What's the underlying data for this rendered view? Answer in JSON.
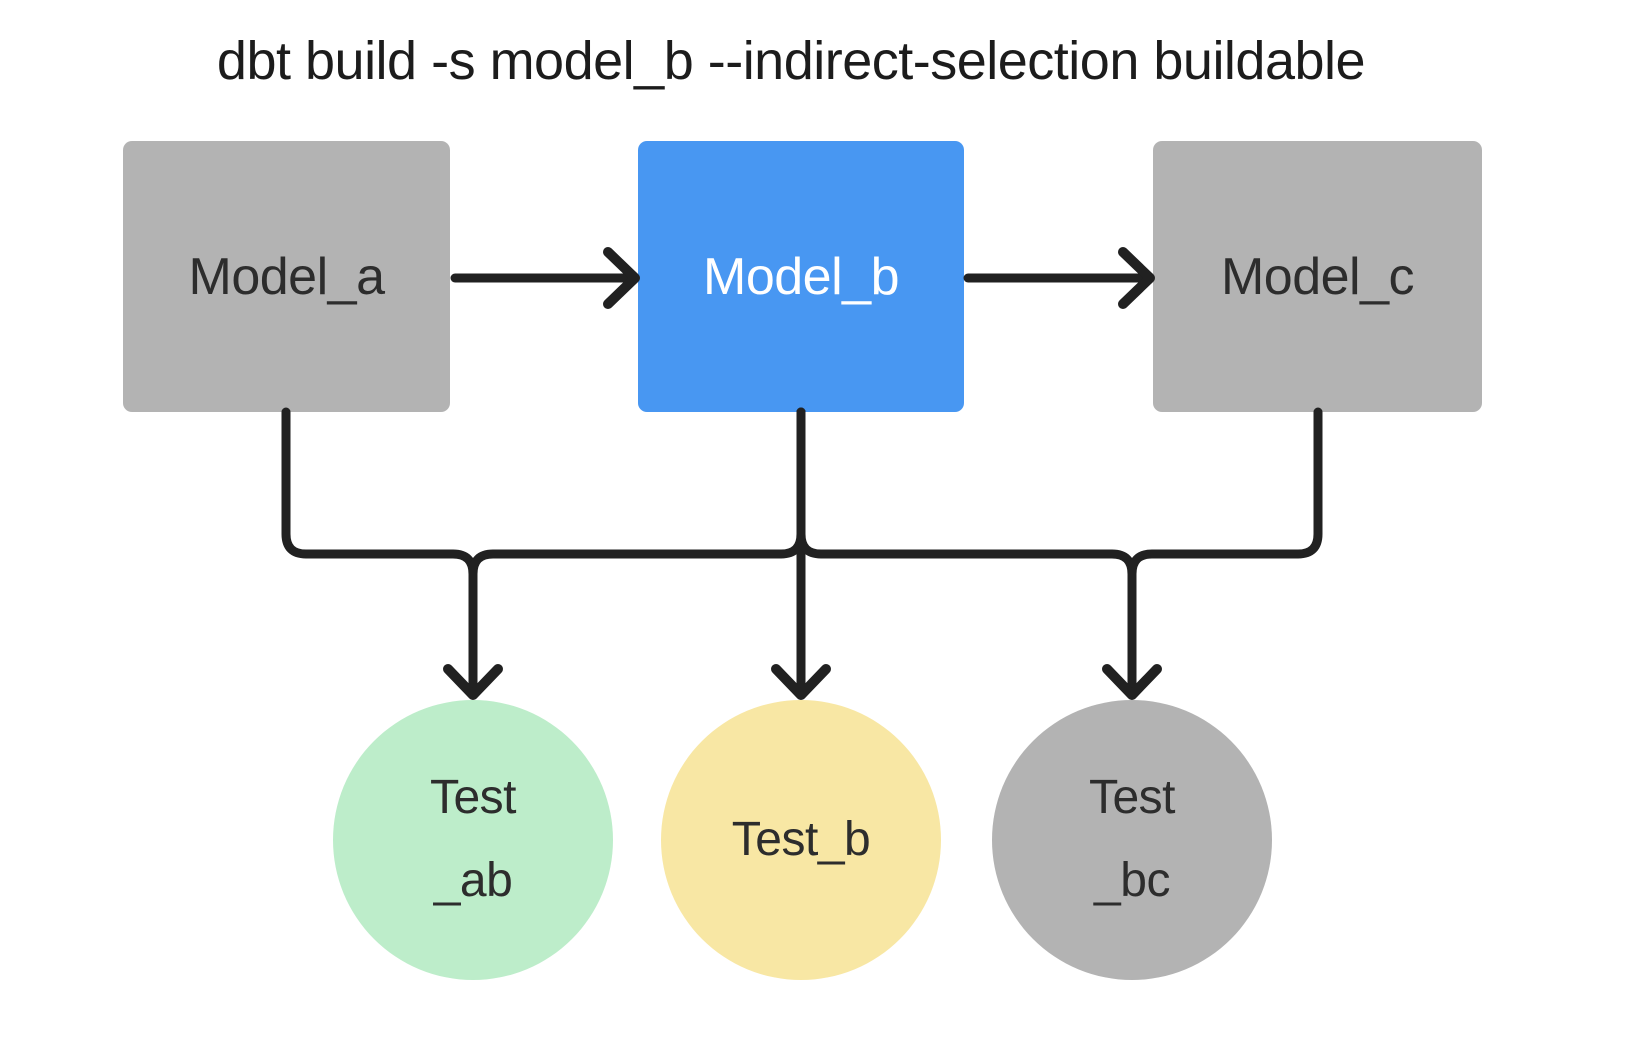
{
  "title": "dbt build -s model_b --indirect-selection buildable",
  "colors": {
    "gray": "#b3b3b3",
    "blue": "#4897f2",
    "green": "#bdedca",
    "yellow": "#f8e7a4",
    "line": "#212121",
    "text": "#2d2d2d",
    "title": "#1c1c1c"
  },
  "nodes": {
    "model_a": {
      "label": "Model_a",
      "color": "#b3b3b3"
    },
    "model_b": {
      "label": "Model_b",
      "color": "#4897f2"
    },
    "model_c": {
      "label": "Model_c",
      "color": "#b3b3b3"
    },
    "test_ab": {
      "line1": "Test",
      "line2": "_ab",
      "color": "#bdedca"
    },
    "test_b": {
      "label": "Test_b",
      "color": "#f8e7a4"
    },
    "test_bc": {
      "line1": "Test",
      "line2": "_bc",
      "color": "#b3b3b3"
    }
  },
  "edges": [
    {
      "from": "model_a",
      "to": "model_b"
    },
    {
      "from": "model_b",
      "to": "model_c"
    },
    {
      "from": "model_a",
      "to": "test_ab"
    },
    {
      "from": "model_b",
      "to": "test_ab"
    },
    {
      "from": "model_b",
      "to": "test_b"
    },
    {
      "from": "model_b",
      "to": "test_bc"
    },
    {
      "from": "model_c",
      "to": "test_bc"
    }
  ]
}
